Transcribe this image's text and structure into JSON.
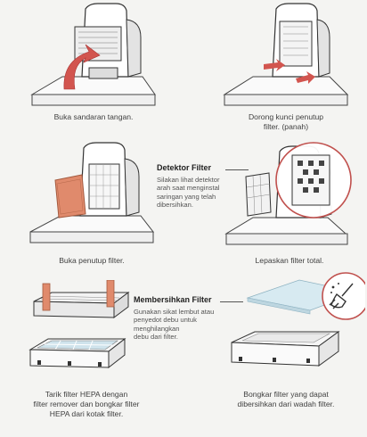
{
  "steps": [
    {
      "caption": "Buka sandaran tangan."
    },
    {
      "caption_lines": [
        "Dorong kunci penutup",
        "filter. (panah)"
      ]
    },
    {
      "caption": "Buka penutup filter."
    },
    {
      "caption": "Lepaskan filter total."
    },
    {
      "caption_lines": [
        "Tarik filter HEPA dengan",
        "filter remover dan bongkar filter",
        "HEPA dari kotak filter."
      ]
    },
    {
      "caption_lines": [
        "Bongkar filter yang dapat",
        "dibersihkan dari wadah filter."
      ]
    }
  ],
  "callouts": {
    "detector": {
      "title": "Detektor Filter",
      "lines": [
        "Silakan lihat detektor",
        "arah saat menginstal",
        "saringan yang telah",
        "dibersihkan."
      ]
    },
    "cleaning": {
      "title": "Membersihkan Filter",
      "lines": [
        "Gunakan sikat lembut atau",
        "penyedot debu untuk",
        "menghilangkan",
        "debu dari filter."
      ]
    }
  },
  "colors": {
    "accent_red": "#c0504d",
    "arrow_red": "#d2554f",
    "cover_red": "#e08a6c",
    "filter_blue": "#cfe3ec"
  },
  "icons": [
    "curved-arrow-icon",
    "push-arrows-icon",
    "magnifier-circle-icon",
    "brush-icon"
  ]
}
